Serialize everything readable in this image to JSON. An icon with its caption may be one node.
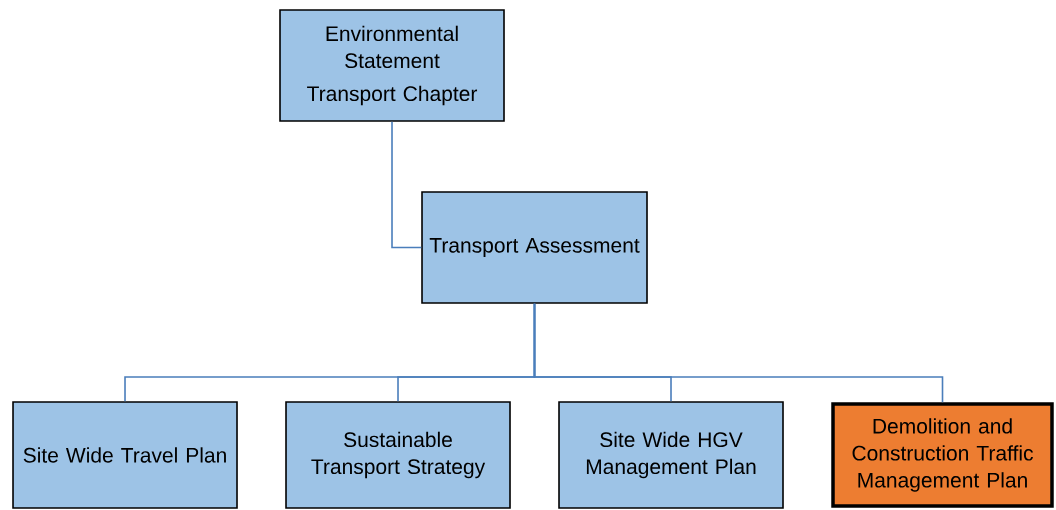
{
  "diagram": {
    "nodes": [
      {
        "text": [
          "Environmental Statement",
          "Transport Chapter"
        ]
      },
      {
        "text": [
          "Transport Assessment"
        ]
      },
      {
        "text": [
          "Site Wide Travel Plan"
        ]
      },
      {
        "text": [
          "Sustainable Transport Strategy"
        ]
      },
      {
        "text": [
          "Site Wide HGV Management Plan"
        ]
      },
      {
        "text": [
          "Demolition and Construction Traffic Management Plan"
        ]
      }
    ],
    "edges": [
      {
        "from": 0,
        "to": 1,
        "arrow": "none"
      },
      {
        "from": 1,
        "to": 2,
        "arrow": "none"
      },
      {
        "from": 1,
        "to": 3,
        "arrow": "none"
      },
      {
        "from": 1,
        "to": 4,
        "arrow": "none"
      },
      {
        "from": 1,
        "to": 5,
        "arrow": "none"
      }
    ]
  }
}
